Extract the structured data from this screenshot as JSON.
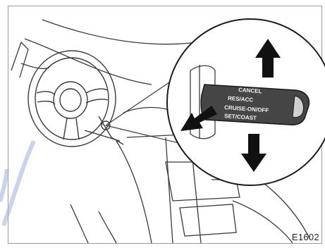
{
  "figure": {
    "code": "E1602",
    "lever_labels": {
      "line1": "CANCEL",
      "line2": "RES/ACC",
      "line3": "CRUISE-ON/OFF",
      "line4": "SET/COAST"
    }
  },
  "colors": {
    "line_art": "#3a3a3a",
    "arrow": "#111111",
    "watermark": "#9db0dc"
  },
  "icons": {
    "up_arrow": "arrow-up-icon",
    "down_arrow": "arrow-down-icon",
    "pull_arrow": "arrow-toward-driver-icon"
  }
}
